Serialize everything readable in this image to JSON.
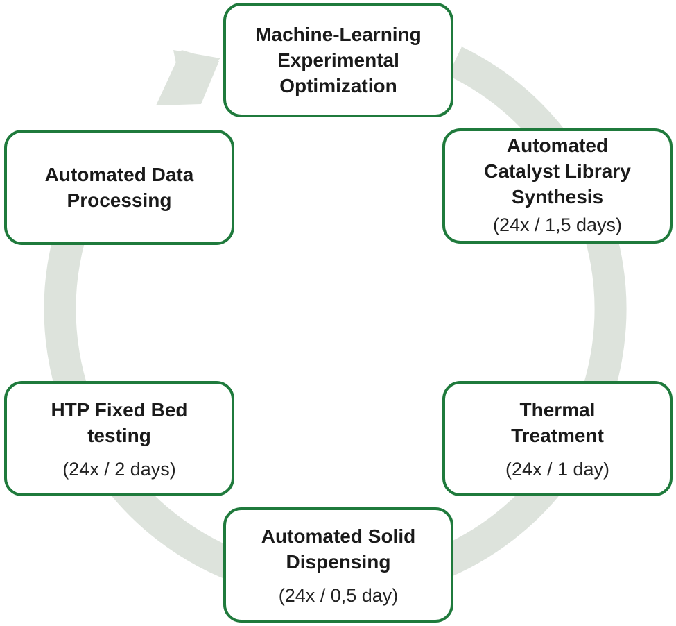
{
  "diagram": {
    "colors": {
      "box_border": "#1f7a3c",
      "ring": "#dde3dc",
      "text": "#1a1a1a"
    },
    "steps": [
      {
        "id": "ml",
        "title": "Machine-Learning\nExperimental\nOptimization",
        "subtitle": ""
      },
      {
        "id": "synth",
        "title": "Automated\nCatalyst Library\nSynthesis",
        "subtitle": "(24x / 1,5 days)"
      },
      {
        "id": "thermal",
        "title": "Thermal\nTreatment",
        "subtitle": "(24x / 1 day)"
      },
      {
        "id": "solid",
        "title": "Automated Solid\nDispensing",
        "subtitle": "(24x / 0,5 day)"
      },
      {
        "id": "htp",
        "title": "HTP Fixed Bed\ntesting",
        "subtitle": "(24x / 2 days)"
      },
      {
        "id": "data",
        "title": "Automated Data\nProcessing",
        "subtitle": ""
      }
    ]
  }
}
